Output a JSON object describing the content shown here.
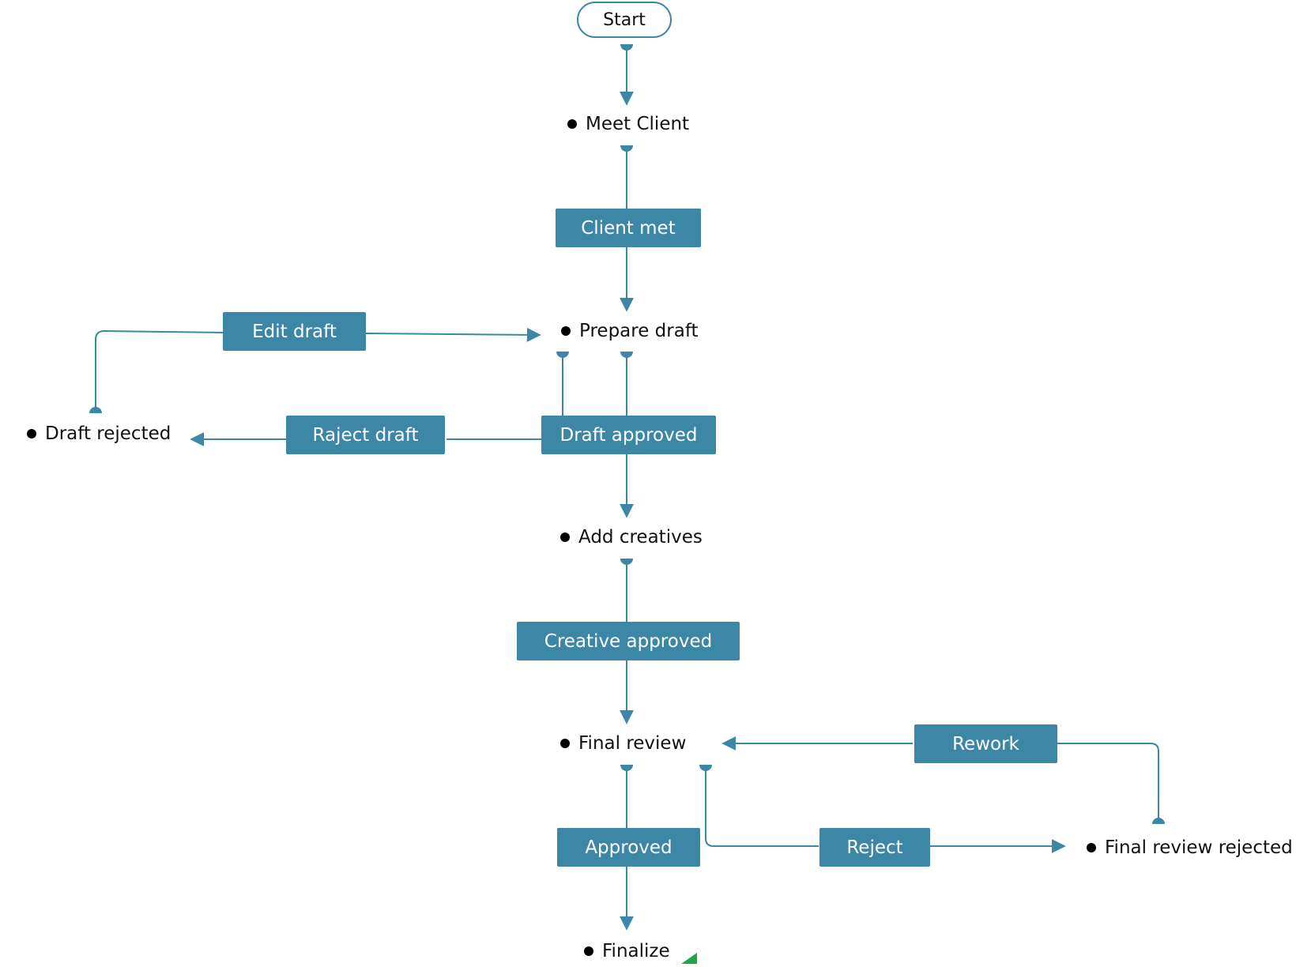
{
  "diagram": {
    "start_label": "Start",
    "states": {
      "meet_client": "Meet Client",
      "prepare_draft": "Prepare draft",
      "draft_rejected": "Draft rejected",
      "add_creatives": "Add creatives",
      "final_review": "Final review",
      "final_review_rejected": "Final review rejected",
      "finalize": "Finalize"
    },
    "actions": {
      "client_met": "Client met",
      "edit_draft": "Edit draft",
      "raject_draft": "Raject draft",
      "draft_approved": "Draft approved",
      "creative_approved": "Creative approved",
      "rework": "Rework",
      "approved": "Approved",
      "reject": "Reject"
    },
    "colors": {
      "accent": "#3d87a6",
      "state_dot": "#000000",
      "corner_mark": "#1ea84a"
    }
  }
}
